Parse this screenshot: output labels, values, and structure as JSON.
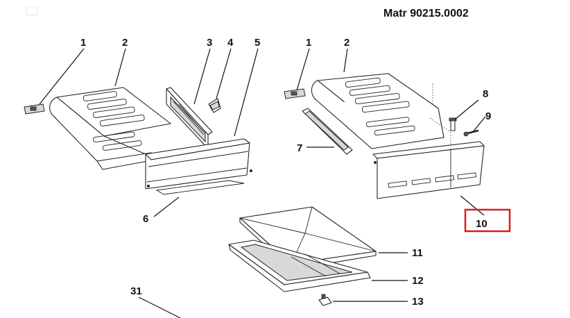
{
  "header": {
    "material_number": "Matr 90215.0002"
  },
  "watermark": "",
  "callouts": [
    "1",
    "2",
    "3",
    "4",
    "5",
    "6",
    "1",
    "2",
    "8",
    "9",
    "7",
    "10",
    "11",
    "12",
    "13",
    "31"
  ],
  "highlight": {
    "label": "10",
    "color": "#e0191f"
  }
}
